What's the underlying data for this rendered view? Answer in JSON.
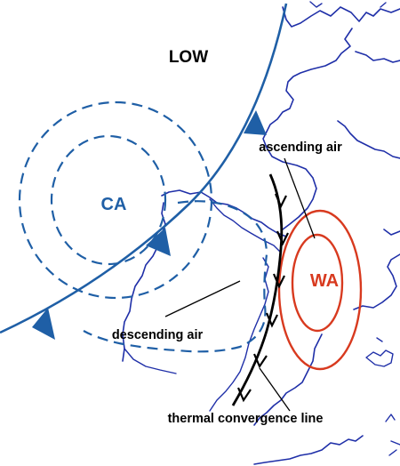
{
  "labels": {
    "low": "LOW",
    "cold_air": "CA",
    "warm_air": "WA",
    "ascending": "ascending air",
    "descending": "descending air",
    "convergence": "thermal convergence line"
  },
  "colors": {
    "front": "#1f5fa6",
    "cold_air": "#1f5fa6",
    "warm_air": "#d83a1f",
    "coastline": "#1f2fa8",
    "convergence_line": "#000000",
    "text": "#000000"
  },
  "icons": {
    "cold_front_marker": "blue-triangle",
    "convergence_marker": "black-arrowhead"
  }
}
